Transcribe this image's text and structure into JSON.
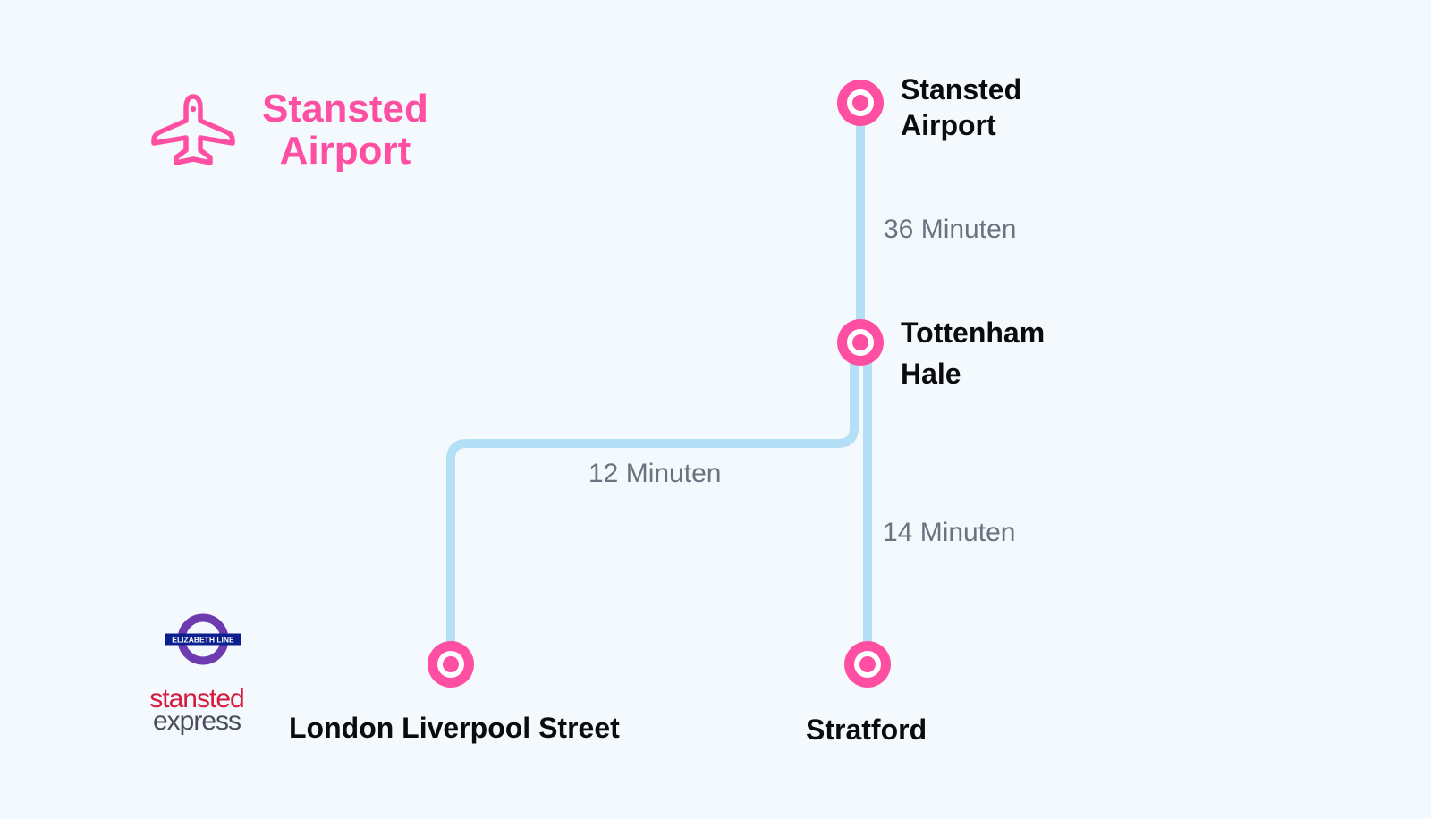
{
  "brand": {
    "title_line1": "Stansted",
    "title_line2": "Airport",
    "icon": "airplane-icon",
    "color": "#ff4fa3"
  },
  "colors": {
    "route_line": "#b4e0f7",
    "station_marker": "#ff4fa3",
    "background": "#f4f9fd",
    "station_label": "#0b0b0b",
    "duration_label": "#6d7280"
  },
  "stations": {
    "stansted_airport": {
      "line1": "Stansted",
      "line2": "Airport"
    },
    "tottenham_hale": {
      "line1": "Tottenham",
      "line2": "Hale"
    },
    "liverpool_street": {
      "name": "London Liverpool Street"
    },
    "stratford": {
      "name": "Stratford"
    }
  },
  "durations": {
    "airport_to_tottenham": "36 Minuten",
    "tottenham_to_liverpool": "12 Minuten",
    "tottenham_to_stratford": "14 Minuten"
  },
  "operators": {
    "elizabeth_line": "ELIZABETH LINE",
    "stansted_express_line1": "stansted",
    "stansted_express_line2": "express"
  }
}
